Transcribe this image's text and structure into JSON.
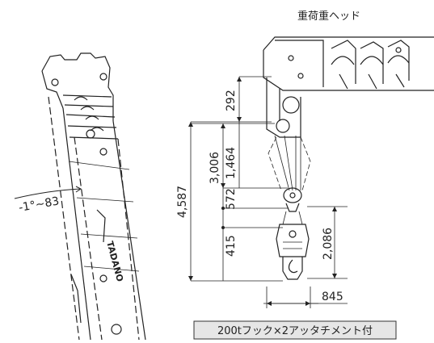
{
  "heading": "重荷重ヘッド",
  "angle_label": "-1°~83",
  "brand_text": "TADANO",
  "dimensions": {
    "d292": "292",
    "d1464": "1,464",
    "d3006": "3,006",
    "d4587": "4,587",
    "d572": "572",
    "d415": "415",
    "d2086": "2,086",
    "d845": "845"
  },
  "caption": "200tフック×2アッタチメント付"
}
